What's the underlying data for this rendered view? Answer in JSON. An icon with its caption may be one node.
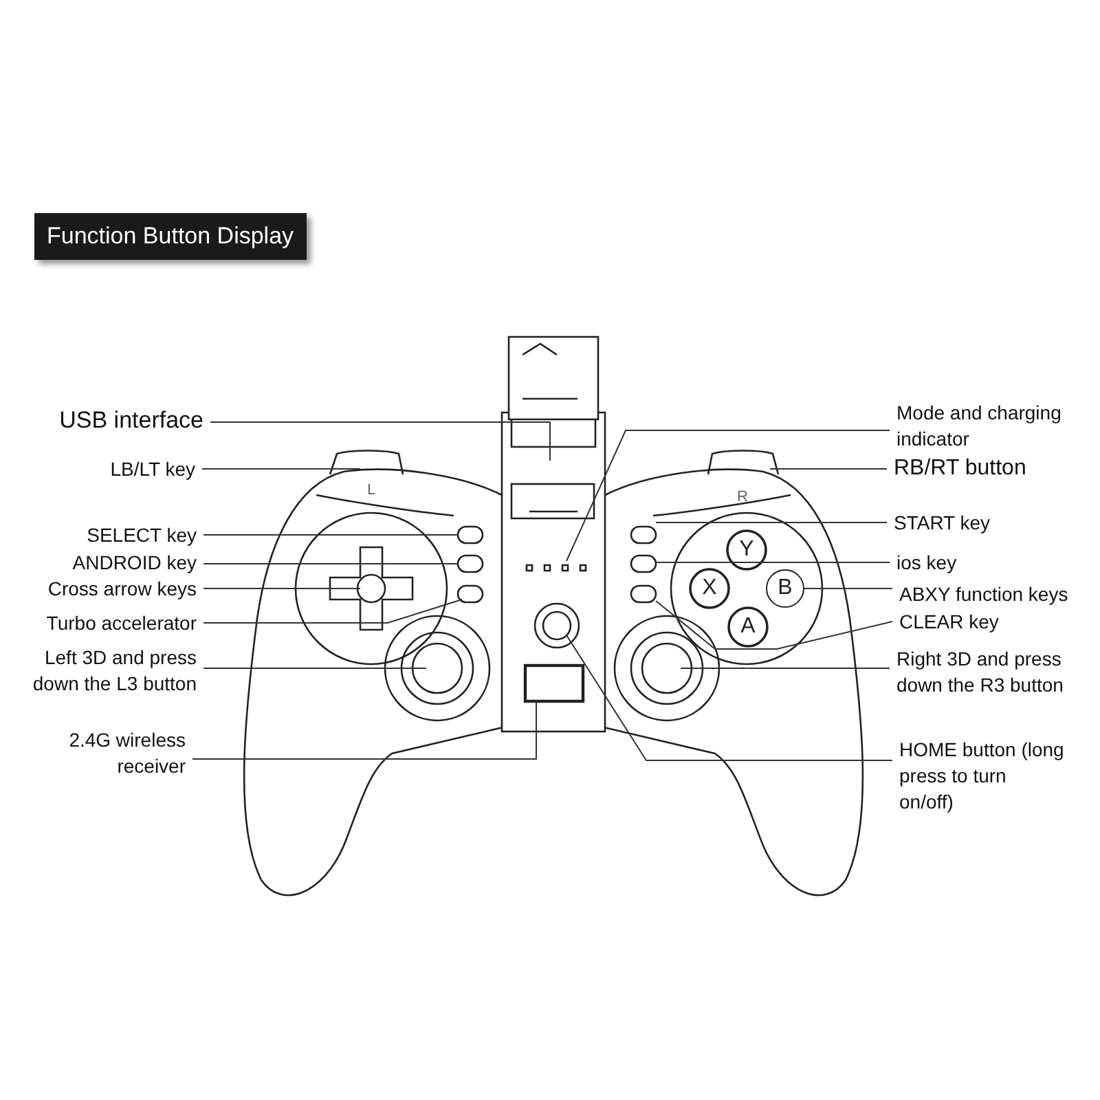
{
  "diagram": {
    "title": "Function Button Display",
    "nodes": [
      {
        "text": [
          "USB interface"
        ]
      },
      {
        "text": [
          "LB/LT key"
        ]
      },
      {
        "text": [
          "SELECT key"
        ]
      },
      {
        "text": [
          "ANDROID key"
        ]
      },
      {
        "text": [
          "Cross arrow keys"
        ]
      },
      {
        "text": [
          "Turbo accelerator"
        ]
      },
      {
        "text": [
          "Left 3D and press down the L3 button"
        ]
      },
      {
        "text": [
          "2.4G wireless receiver"
        ]
      },
      {
        "text": [
          "Mode and charging indicator"
        ]
      },
      {
        "text": [
          "RB/RT button"
        ]
      },
      {
        "text": [
          "START key"
        ]
      },
      {
        "text": [
          "ios key"
        ]
      },
      {
        "text": [
          "ABXY function keys"
        ]
      },
      {
        "text": [
          "CLEAR key"
        ]
      },
      {
        "text": [
          "Right 3D and press down the R3 button"
        ]
      },
      {
        "text": [
          "HOME button (long press to turn on/off)"
        ]
      },
      {
        "text": [
          "B"
        ]
      }
    ],
    "edges": [
      {
        "from": 0,
        "to": null,
        "arrow": "none"
      },
      {
        "from": 1,
        "to": null,
        "arrow": "none"
      },
      {
        "from": 2,
        "to": null,
        "arrow": "none"
      },
      {
        "from": 3,
        "to": null,
        "arrow": "none"
      },
      {
        "from": 4,
        "to": null,
        "arrow": "none"
      },
      {
        "from": 5,
        "to": null,
        "arrow": "none"
      },
      {
        "from": 6,
        "to": null,
        "arrow": "none"
      },
      {
        "from": 7,
        "to": null,
        "arrow": "none"
      },
      {
        "from": 8,
        "to": null,
        "arrow": "none"
      },
      {
        "from": 9,
        "to": null,
        "arrow": "none"
      },
      {
        "from": 10,
        "to": null,
        "arrow": "none"
      },
      {
        "from": 11,
        "to": null,
        "arrow": "none"
      },
      {
        "from": 12,
        "to": 16,
        "arrow": "none"
      },
      {
        "from": 13,
        "to": null,
        "arrow": "none"
      },
      {
        "from": 14,
        "to": null,
        "arrow": "none"
      },
      {
        "from": 15,
        "to": null,
        "arrow": "none"
      }
    ],
    "labels": [
      "L",
      "R",
      "Y",
      "X",
      "A"
    ]
  }
}
